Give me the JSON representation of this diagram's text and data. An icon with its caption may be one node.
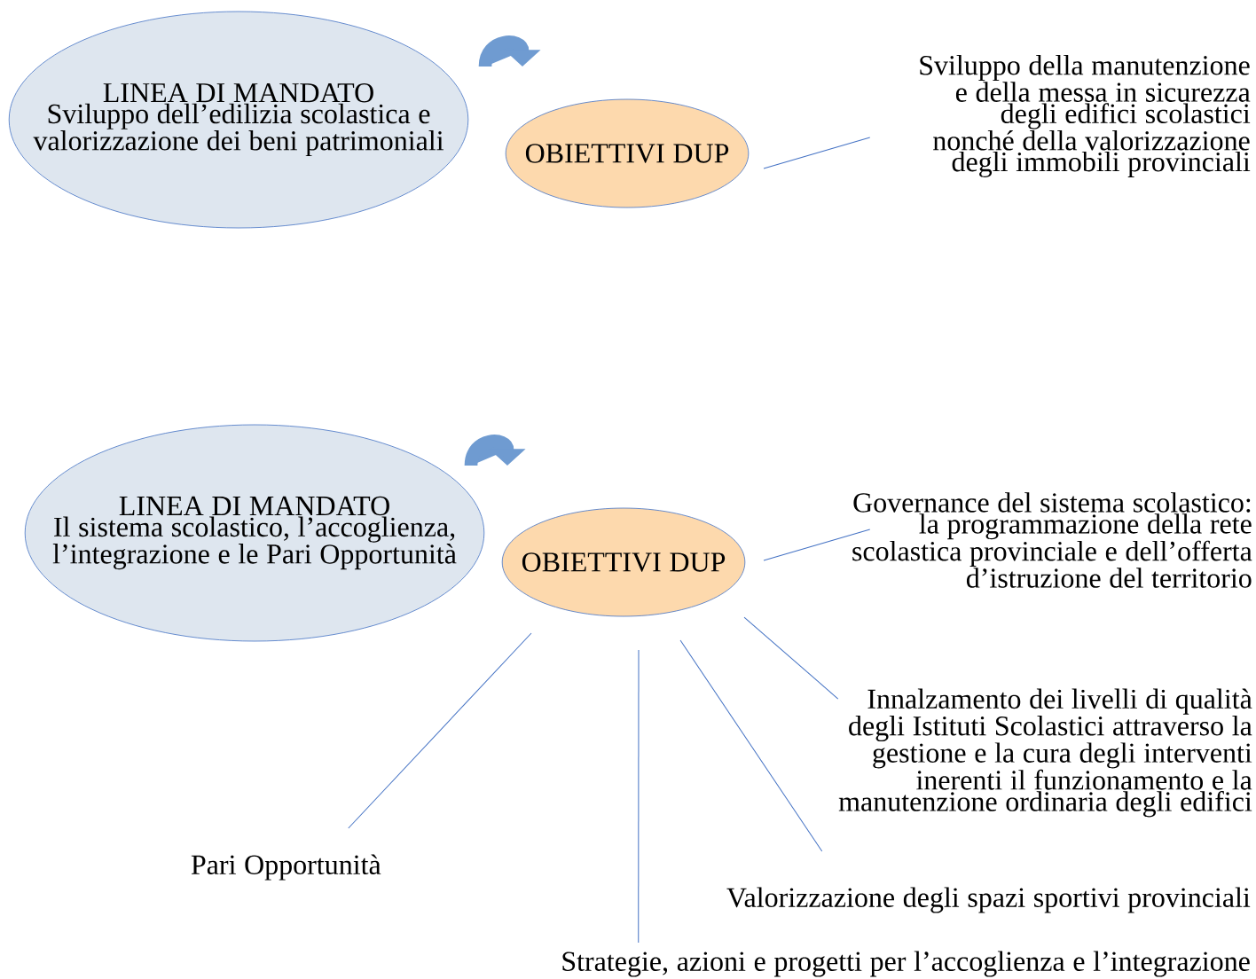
{
  "diagram": {
    "nodes": [
      {
        "text": [
          "LINEA DI MANDATO",
          "Sviluppo dell’edilizia scolastica e valorizzazione dei beni patrimoniali"
        ]
      },
      {
        "text": [
          "OBIETTIVI DUP"
        ]
      },
      {
        "text": [
          "Sviluppo della manutenzione e della messa in sicurezza degli edifici scolastici nonché della valorizzazione degli immobili provinciali"
        ]
      },
      {
        "text": [
          "LINEA DI MANDATO",
          "Il sistema scolastico, l’accoglienza, l’integrazione e le Pari Opportunità"
        ]
      },
      {
        "text": [
          "OBIETTIVI DUP"
        ]
      },
      {
        "text": [
          "Governance del sistema scolastico: la programmazione della rete scolastica provinciale e dell’offerta d’istruzione del territorio"
        ]
      },
      {
        "text": [
          "Innalzamento dei livelli di qualità degli Istituti Scolastici attraverso la gestione e la cura degli interventi inerenti il funzionamento e la manutenzione ordinaria degli edifici"
        ]
      },
      {
        "text": [
          "Valorizzazione degli spazi sportivi provinciali"
        ]
      },
      {
        "text": [
          "Strategie, azioni e progetti per l’accoglienza e l’integrazione"
        ]
      },
      {
        "text": [
          "Pari Opportunità"
        ]
      }
    ],
    "edges": [
      {
        "from": 0,
        "to": 1,
        "arrow": "to",
        "style": "thick",
        "color": "#6f9bd1"
      },
      {
        "from": 1,
        "to": 2,
        "arrow": "none"
      },
      {
        "from": 3,
        "to": 4,
        "arrow": "to",
        "style": "thick",
        "color": "#6f9bd1"
      },
      {
        "from": 4,
        "to": 5,
        "arrow": "none"
      },
      {
        "from": 4,
        "to": 6,
        "arrow": "none"
      },
      {
        "from": 4,
        "to": 7,
        "arrow": "none"
      },
      {
        "from": 4,
        "to": 8,
        "arrow": "none"
      },
      {
        "from": 4,
        "to": 9,
        "arrow": "none"
      }
    ]
  }
}
